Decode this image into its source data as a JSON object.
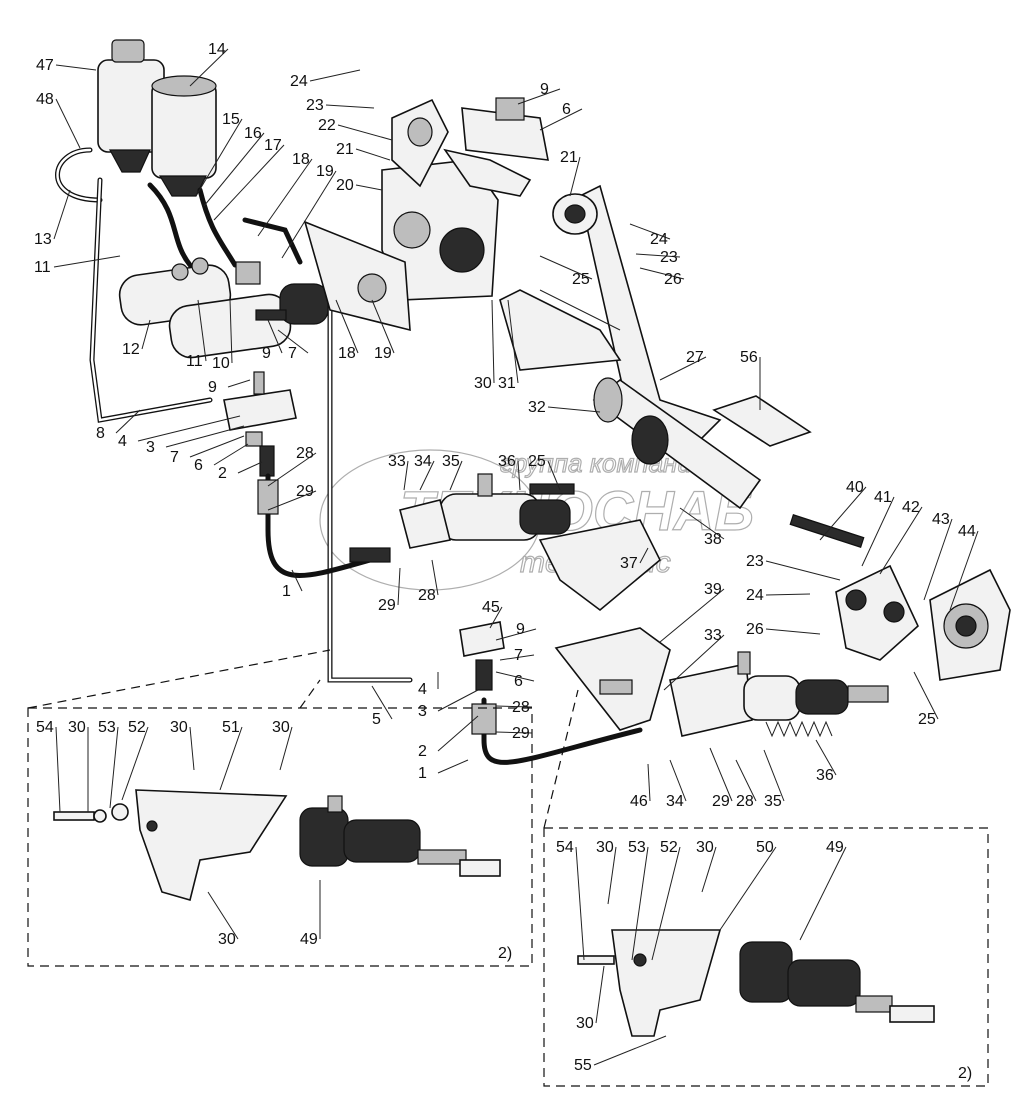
{
  "watermark": {
    "line1": "группа компаний",
    "line2": "ТЕХНОСНАБ",
    "line3": "техсервис"
  },
  "callouts": [
    "47",
    "14",
    "48",
    "15",
    "16",
    "17",
    "18",
    "19",
    "13",
    "11",
    "12",
    "11",
    "10",
    "9",
    "7",
    "18",
    "19",
    "24",
    "23",
    "22",
    "21",
    "20",
    "9",
    "6",
    "21",
    "24",
    "23",
    "26",
    "25",
    "30",
    "31",
    "27",
    "56",
    "32",
    "9",
    "8",
    "4",
    "3",
    "7",
    "6",
    "2",
    "28",
    "29",
    "1",
    "33",
    "34",
    "35",
    "36",
    "25",
    "38",
    "37",
    "29",
    "28",
    "40",
    "41",
    "42",
    "43",
    "44",
    "23",
    "24",
    "26",
    "25",
    "45",
    "9",
    "7",
    "6",
    "4",
    "3",
    "2",
    "28",
    "29",
    "1",
    "5",
    "39",
    "33",
    "35",
    "36",
    "46",
    "34",
    "29",
    "28",
    "54",
    "30",
    "53",
    "52",
    "30",
    "51",
    "30",
    "49",
    "30",
    "54",
    "30",
    "53",
    "52",
    "30",
    "50",
    "49",
    "30",
    "55"
  ],
  "variant_notes": [
    "2)",
    "2)"
  ]
}
